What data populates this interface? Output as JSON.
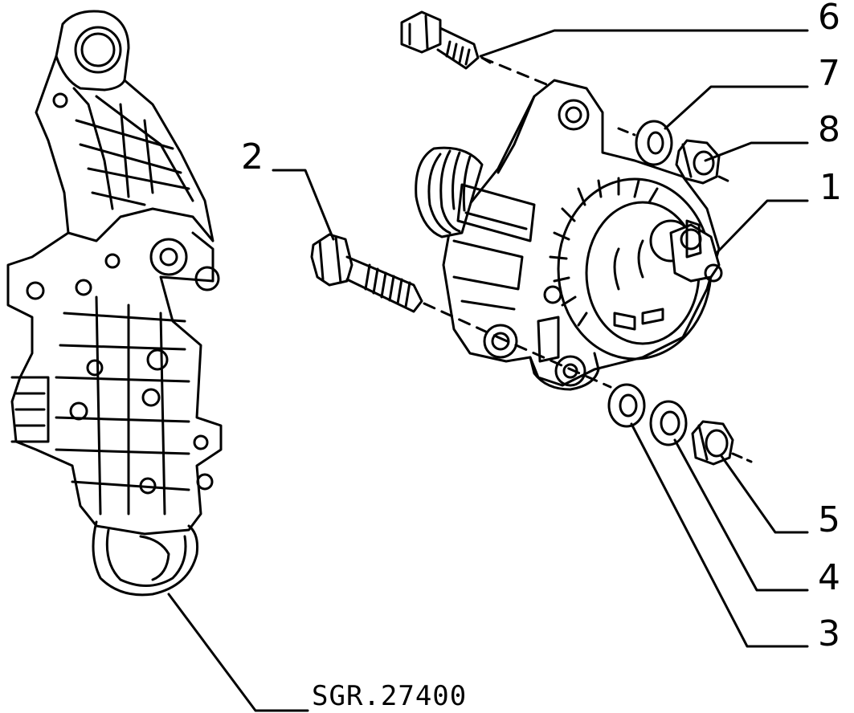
{
  "callouts": {
    "n1": "1",
    "n2": "2",
    "n3": "3",
    "n4": "4",
    "n5": "5",
    "n6": "6",
    "n7": "7",
    "n8": "8"
  },
  "drawing_code": "SGR.27400"
}
